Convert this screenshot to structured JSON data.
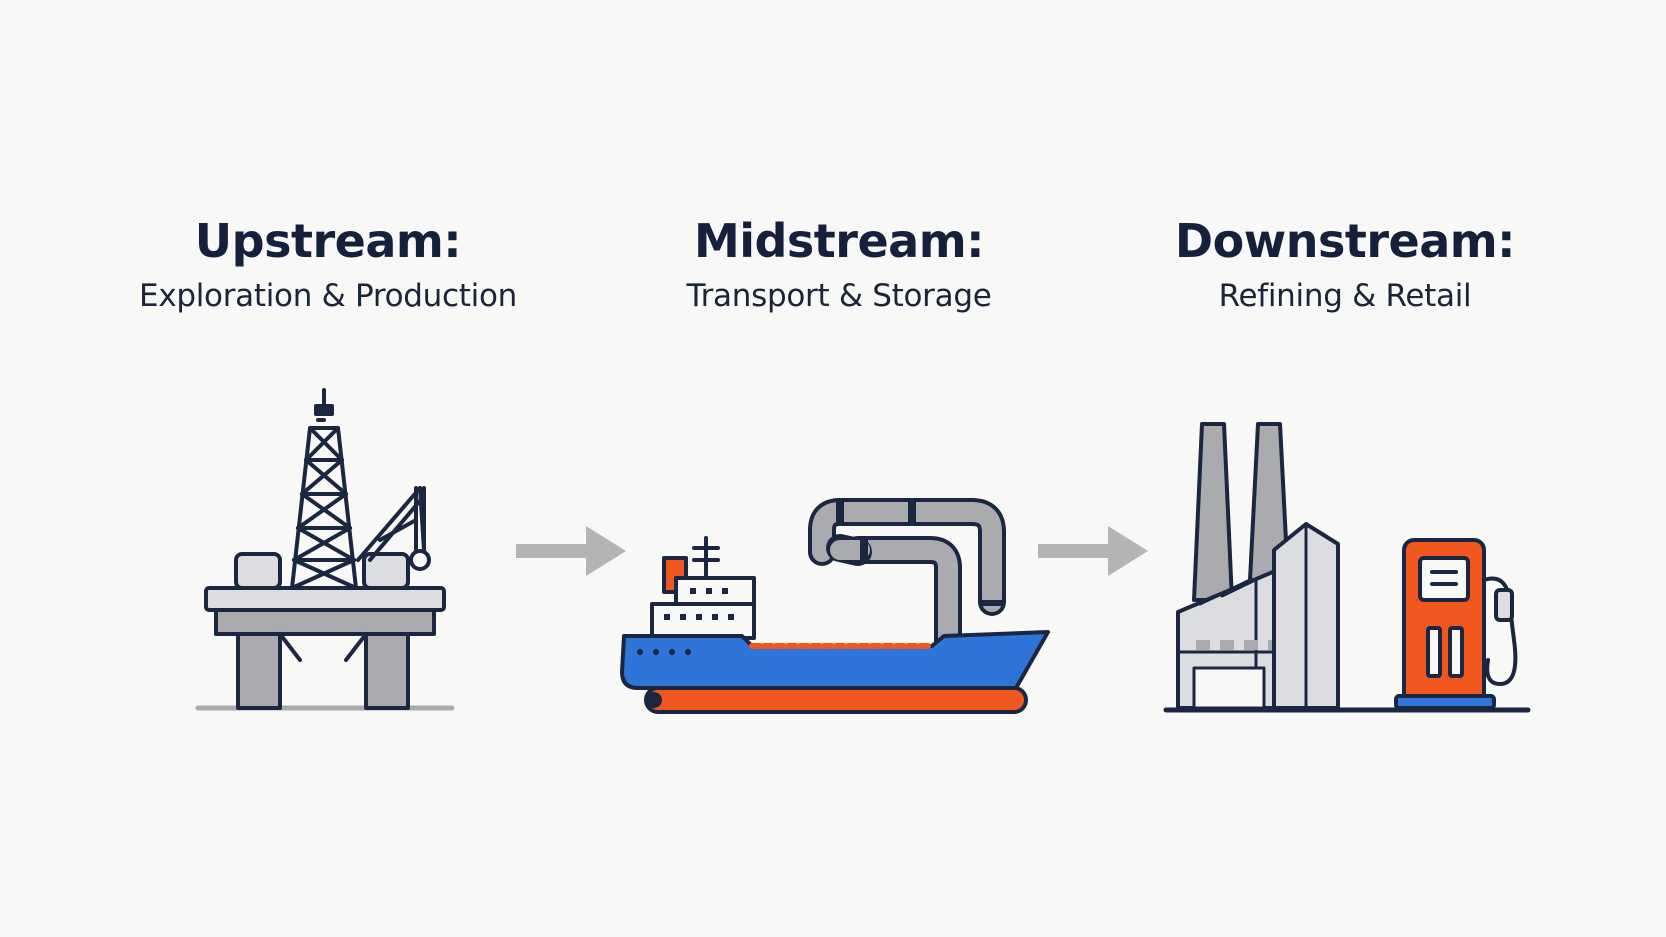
{
  "stages": [
    {
      "title": "Upstream:",
      "subtitle": "Exploration & Production",
      "icon": "oil-rig-icon"
    },
    {
      "title": "Midstream:",
      "subtitle": "Transport & Storage",
      "icon": "tanker-ship-icon"
    },
    {
      "title": "Downstream:",
      "subtitle": "Refining & Retail",
      "icon": "refinery-fuel-pump-icon"
    }
  ],
  "colors": {
    "outline": "#1b2741",
    "gray": "#a9abaf",
    "light_gray": "#dcdde0",
    "blue": "#2f74d9",
    "orange": "#f0581f",
    "arrow": "#b4b4b4"
  }
}
